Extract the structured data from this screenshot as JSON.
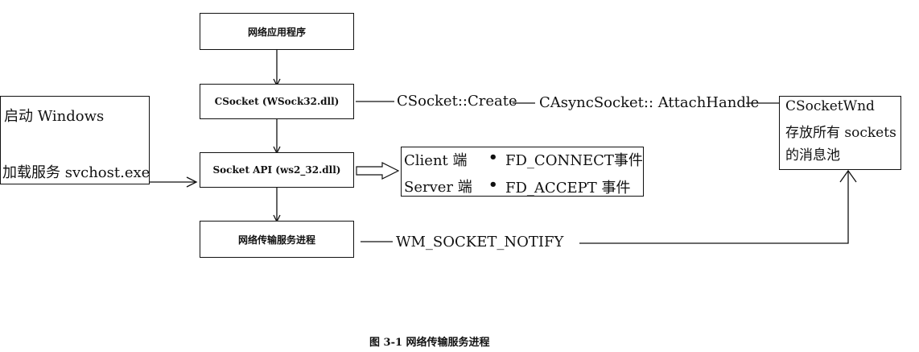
{
  "diagram": {
    "nodes": {
      "app": "网络应用程序",
      "csocket": "CSocket (WSock32.dll)",
      "socket_api": "Socket API (ws2_32.dll)",
      "transfer": "网络传输服务进程"
    },
    "left_panel": {
      "line1": "启动 Windows",
      "line2": "加载服务 svchost.exe"
    },
    "labels": {
      "csocket_create": "CSocket::Create",
      "async_attach": "CAsyncSocket::  AttachHandle",
      "wm_notify": "WM_SOCKET_NOTIFY"
    },
    "events": {
      "client_label": "Client 端",
      "client_event": "FD_CONNECT事件",
      "server_label": "Server 端",
      "server_event": "FD_ACCEPT 事件",
      "bullet": "•"
    },
    "right_panel": {
      "line1": "CSocketWnd",
      "line2": "存放所有 sockets",
      "line3": "的消息池"
    },
    "caption": "图 3-1    网络传输服务进程"
  }
}
